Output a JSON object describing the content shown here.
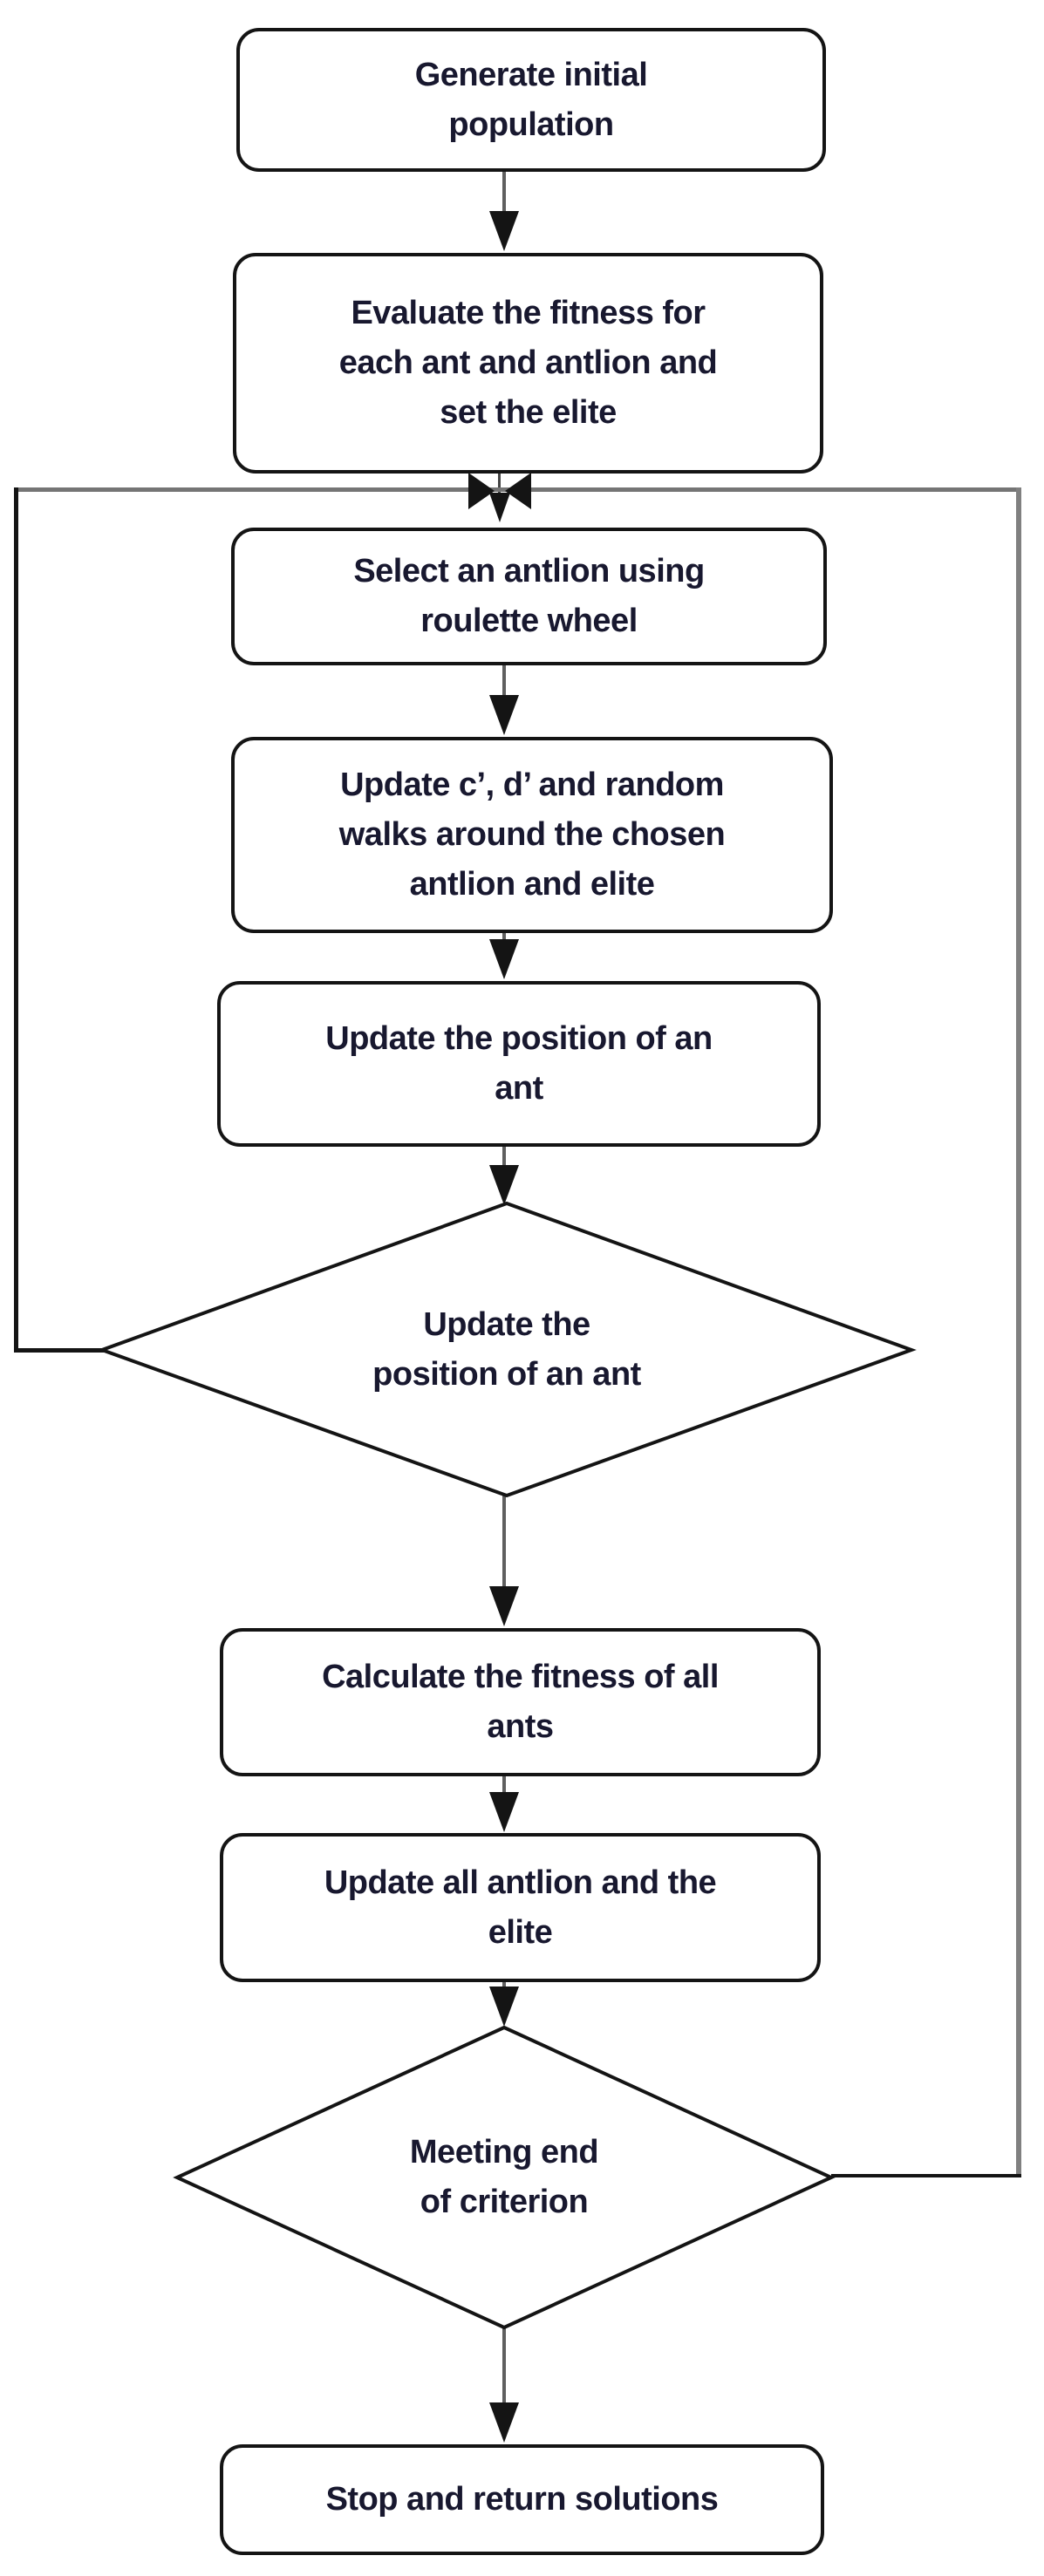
{
  "flow": {
    "figure": "Ant Lion Optimizer algorithm flowchart",
    "palette": {
      "background": "#ffffff",
      "shape_border": "#141414",
      "text": "#18182f",
      "connector_gray": "#5f5f5f",
      "loop_line_gray": "#757575",
      "arrowhead_black": "#141414"
    },
    "nodes": {
      "n1": {
        "shape": "rounded-rect",
        "type": "process",
        "lines": [
          "Generate initial",
          "population"
        ]
      },
      "n2": {
        "shape": "rounded-rect",
        "type": "process",
        "lines": [
          "Evaluate the fitness for",
          "each ant and antlion and",
          "set the elite"
        ]
      },
      "n3": {
        "shape": "rounded-rect",
        "type": "process",
        "lines": [
          "Select an antlion using",
          "roulette wheel"
        ]
      },
      "n4": {
        "shape": "rounded-rect",
        "type": "process",
        "lines": [
          "Update c’, d’ and random",
          "walks around the chosen",
          "antlion and elite"
        ]
      },
      "n5": {
        "shape": "rounded-rect",
        "type": "process",
        "lines": [
          "Update the position of an",
          "ant"
        ]
      },
      "d1": {
        "shape": "diamond",
        "type": "decision",
        "lines": [
          "Update the",
          "position of an ant"
        ]
      },
      "n6": {
        "shape": "rounded-rect",
        "type": "process",
        "lines": [
          "Calculate the fitness of all",
          "ants"
        ]
      },
      "n7": {
        "shape": "rounded-rect",
        "type": "process",
        "lines": [
          "Update all antlion and the",
          "elite"
        ]
      },
      "d2": {
        "shape": "diamond",
        "type": "decision",
        "lines": [
          "Meeting end",
          "of criterion"
        ]
      },
      "n8": {
        "shape": "rounded-rect",
        "type": "terminator",
        "lines": [
          "Stop and return solutions"
        ]
      }
    }
  }
}
